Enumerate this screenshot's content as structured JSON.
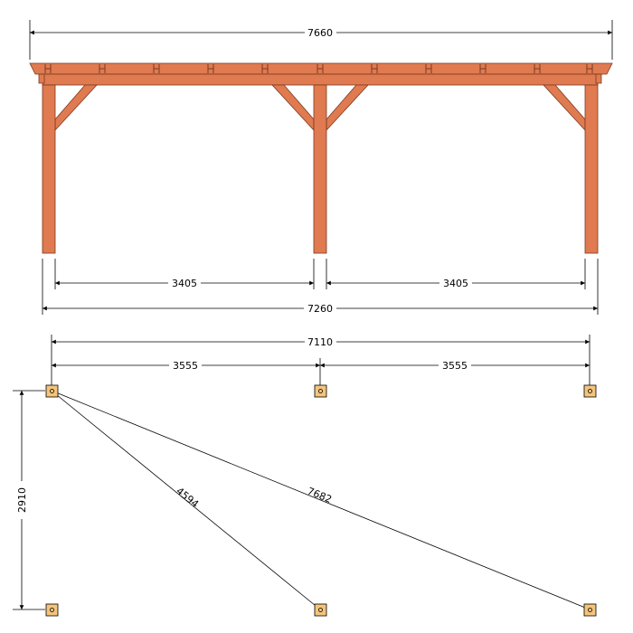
{
  "dimensions": {
    "overall_roof_length": "7660",
    "bay_left": "3405",
    "bay_right": "3405",
    "overall_post_span": "7260",
    "footing_total": "7110",
    "footing_left": "3555",
    "footing_right": "3555",
    "depth": "2910",
    "diagonal_short": "4594",
    "diagonal_long": "7682"
  },
  "colors": {
    "wood_fill": "#e07a50",
    "wood_stroke": "#7a3a20",
    "footing_fill": "#f4c47c",
    "line": "#000000"
  }
}
